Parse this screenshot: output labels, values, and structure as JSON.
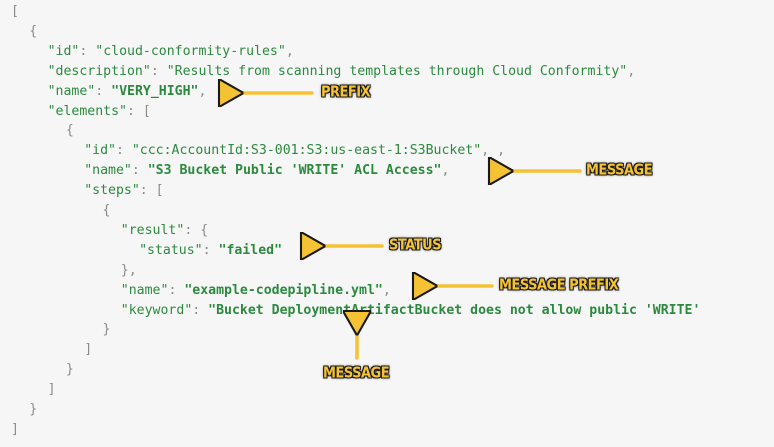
{
  "json_lines": [
    {
      "indent": 0,
      "parts": [
        [
          "p",
          "["
        ]
      ]
    },
    {
      "indent": 1,
      "parts": [
        [
          "p",
          "{"
        ]
      ]
    },
    {
      "indent": 2,
      "parts": [
        [
          "k",
          "\"id\""
        ],
        [
          "p",
          ": "
        ],
        [
          "s",
          "\"cloud-conformity-rules\""
        ],
        [
          "p",
          ","
        ]
      ]
    },
    {
      "indent": 2,
      "parts": [
        [
          "k",
          "\"description\""
        ],
        [
          "p",
          ": "
        ],
        [
          "s",
          "\"Results from scanning templates through Cloud Conformity\""
        ],
        [
          "p",
          ","
        ]
      ]
    },
    {
      "indent": 2,
      "parts": [
        [
          "k",
          "\"name\""
        ],
        [
          "p",
          ": "
        ],
        [
          "b",
          "\"VERY_HIGH\""
        ],
        [
          "p",
          ","
        ]
      ]
    },
    {
      "indent": 2,
      "parts": [
        [
          "k",
          "\"elements\""
        ],
        [
          "p",
          ": ["
        ]
      ]
    },
    {
      "indent": 3,
      "parts": [
        [
          "p",
          "{"
        ]
      ]
    },
    {
      "indent": 4,
      "parts": [
        [
          "k",
          "\"id\""
        ],
        [
          "p",
          ": "
        ],
        [
          "s",
          "\"ccc:AccountId:S3-001:S3:us-east-1:S3Bucket\""
        ],
        [
          "p",
          ", ,"
        ]
      ]
    },
    {
      "indent": 4,
      "parts": [
        [
          "k",
          "\"name\""
        ],
        [
          "p",
          ": "
        ],
        [
          "b",
          "\"S3 Bucket Public 'WRITE' ACL Access\""
        ],
        [
          "p",
          ","
        ]
      ]
    },
    {
      "indent": 4,
      "parts": [
        [
          "k",
          "\"steps\""
        ],
        [
          "p",
          ": ["
        ]
      ]
    },
    {
      "indent": 5,
      "parts": [
        [
          "p",
          "{"
        ]
      ]
    },
    {
      "indent": 6,
      "parts": [
        [
          "k",
          "\"result\""
        ],
        [
          "p",
          ": {"
        ]
      ]
    },
    {
      "indent": 7,
      "parts": [
        [
          "k",
          "\"status\""
        ],
        [
          "p",
          ": "
        ],
        [
          "b",
          "\"failed\""
        ]
      ]
    },
    {
      "indent": 6,
      "parts": [
        [
          "p",
          "},"
        ]
      ]
    },
    {
      "indent": 6,
      "parts": [
        [
          "k",
          "\"name\""
        ],
        [
          "p",
          ": "
        ],
        [
          "b",
          "\"example-codepipline.yml\""
        ],
        [
          "p",
          ","
        ]
      ]
    },
    {
      "indent": 6,
      "parts": [
        [
          "k",
          "\"keyword\""
        ],
        [
          "p",
          ": "
        ],
        [
          "b",
          "\"Bucket DeploymentArtifactBucket does not allow public 'WRITE'"
        ]
      ]
    },
    {
      "indent": 5,
      "parts": [
        [
          "p",
          "}"
        ]
      ]
    },
    {
      "indent": 4,
      "parts": [
        [
          "p",
          "]"
        ]
      ]
    },
    {
      "indent": 3,
      "parts": [
        [
          "p",
          "}"
        ]
      ]
    },
    {
      "indent": 2,
      "parts": [
        [
          "p",
          "]"
        ]
      ]
    },
    {
      "indent": 1,
      "parts": [
        [
          "p",
          "}"
        ]
      ]
    },
    {
      "indent": 0,
      "parts": [
        [
          "p",
          "]"
        ]
      ]
    }
  ],
  "annotations": {
    "prefix": "PREFIX",
    "message_name": "MESSAGE",
    "status": "STATUS",
    "message_prefix": "MESSAGE PREFIX",
    "message_keyword": "MESSAGE"
  },
  "colors": {
    "background": "#f6f6f6",
    "json_key": "#2c8a3f",
    "json_punctuation": "#8a8a8a",
    "annotation_text": "#f5c233",
    "arrow": "#f5c233"
  }
}
